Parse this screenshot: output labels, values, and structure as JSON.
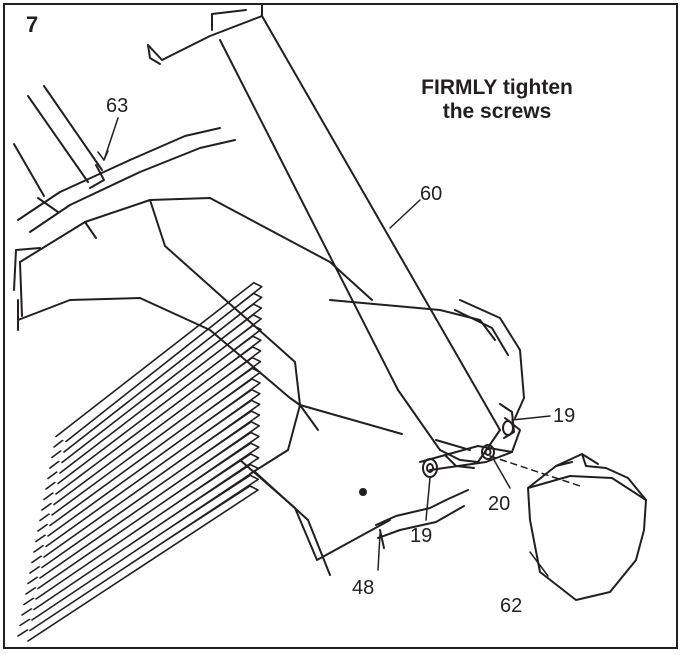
{
  "step": {
    "number": "7"
  },
  "instruction": {
    "line1": "FIRMLY tighten",
    "line2": "the screws"
  },
  "callouts": {
    "p63": "63",
    "p60": "60",
    "p19a": "19",
    "p20": "20",
    "p19b": "19",
    "p48": "48",
    "p62": "62"
  },
  "colors": {
    "ink": "#231f20",
    "paper": "#ffffff"
  }
}
